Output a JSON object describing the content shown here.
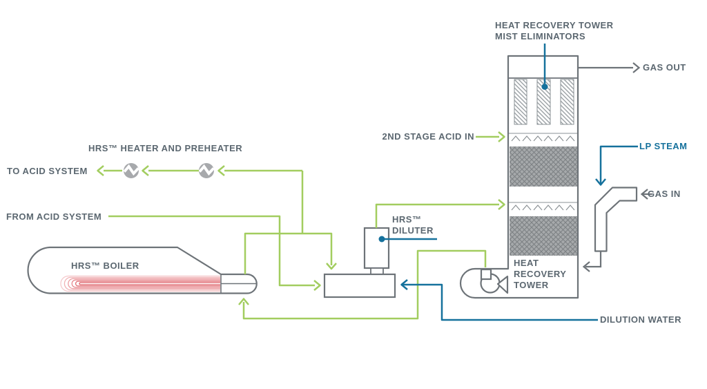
{
  "title": "HRS heat recovery system process flow diagram",
  "colors": {
    "label_gray": "#5b6770",
    "line_gray": "#6d7378",
    "equipment_gray": "#a7a9ac",
    "acid_green": "#a2cd5f",
    "water_teal": "#15719c",
    "tube_red": "#dc5a62"
  },
  "labels": {
    "mist_eliminators": "HEAT RECOVERY TOWER\nMIST ELIMINATORS",
    "gas_out": "GAS OUT",
    "second_stage_acid_in": "2ND STAGE ACID IN",
    "lp_steam": "LP STEAM",
    "gas_in": "GAS IN",
    "hrs_diluter": "HRS™\nDILUTER",
    "heat_recovery_tower": "HEAT\nRECOVERY\nTOWER",
    "dilution_water": "DILUTION WATER",
    "hrs_boiler": "HRS™ BOILER",
    "hrs_heater_and_preheater": "HRS™ HEATER AND PREHEATER",
    "to_acid_system": "TO ACID SYSTEM",
    "from_acid_system": "FROM ACID SYSTEM"
  }
}
